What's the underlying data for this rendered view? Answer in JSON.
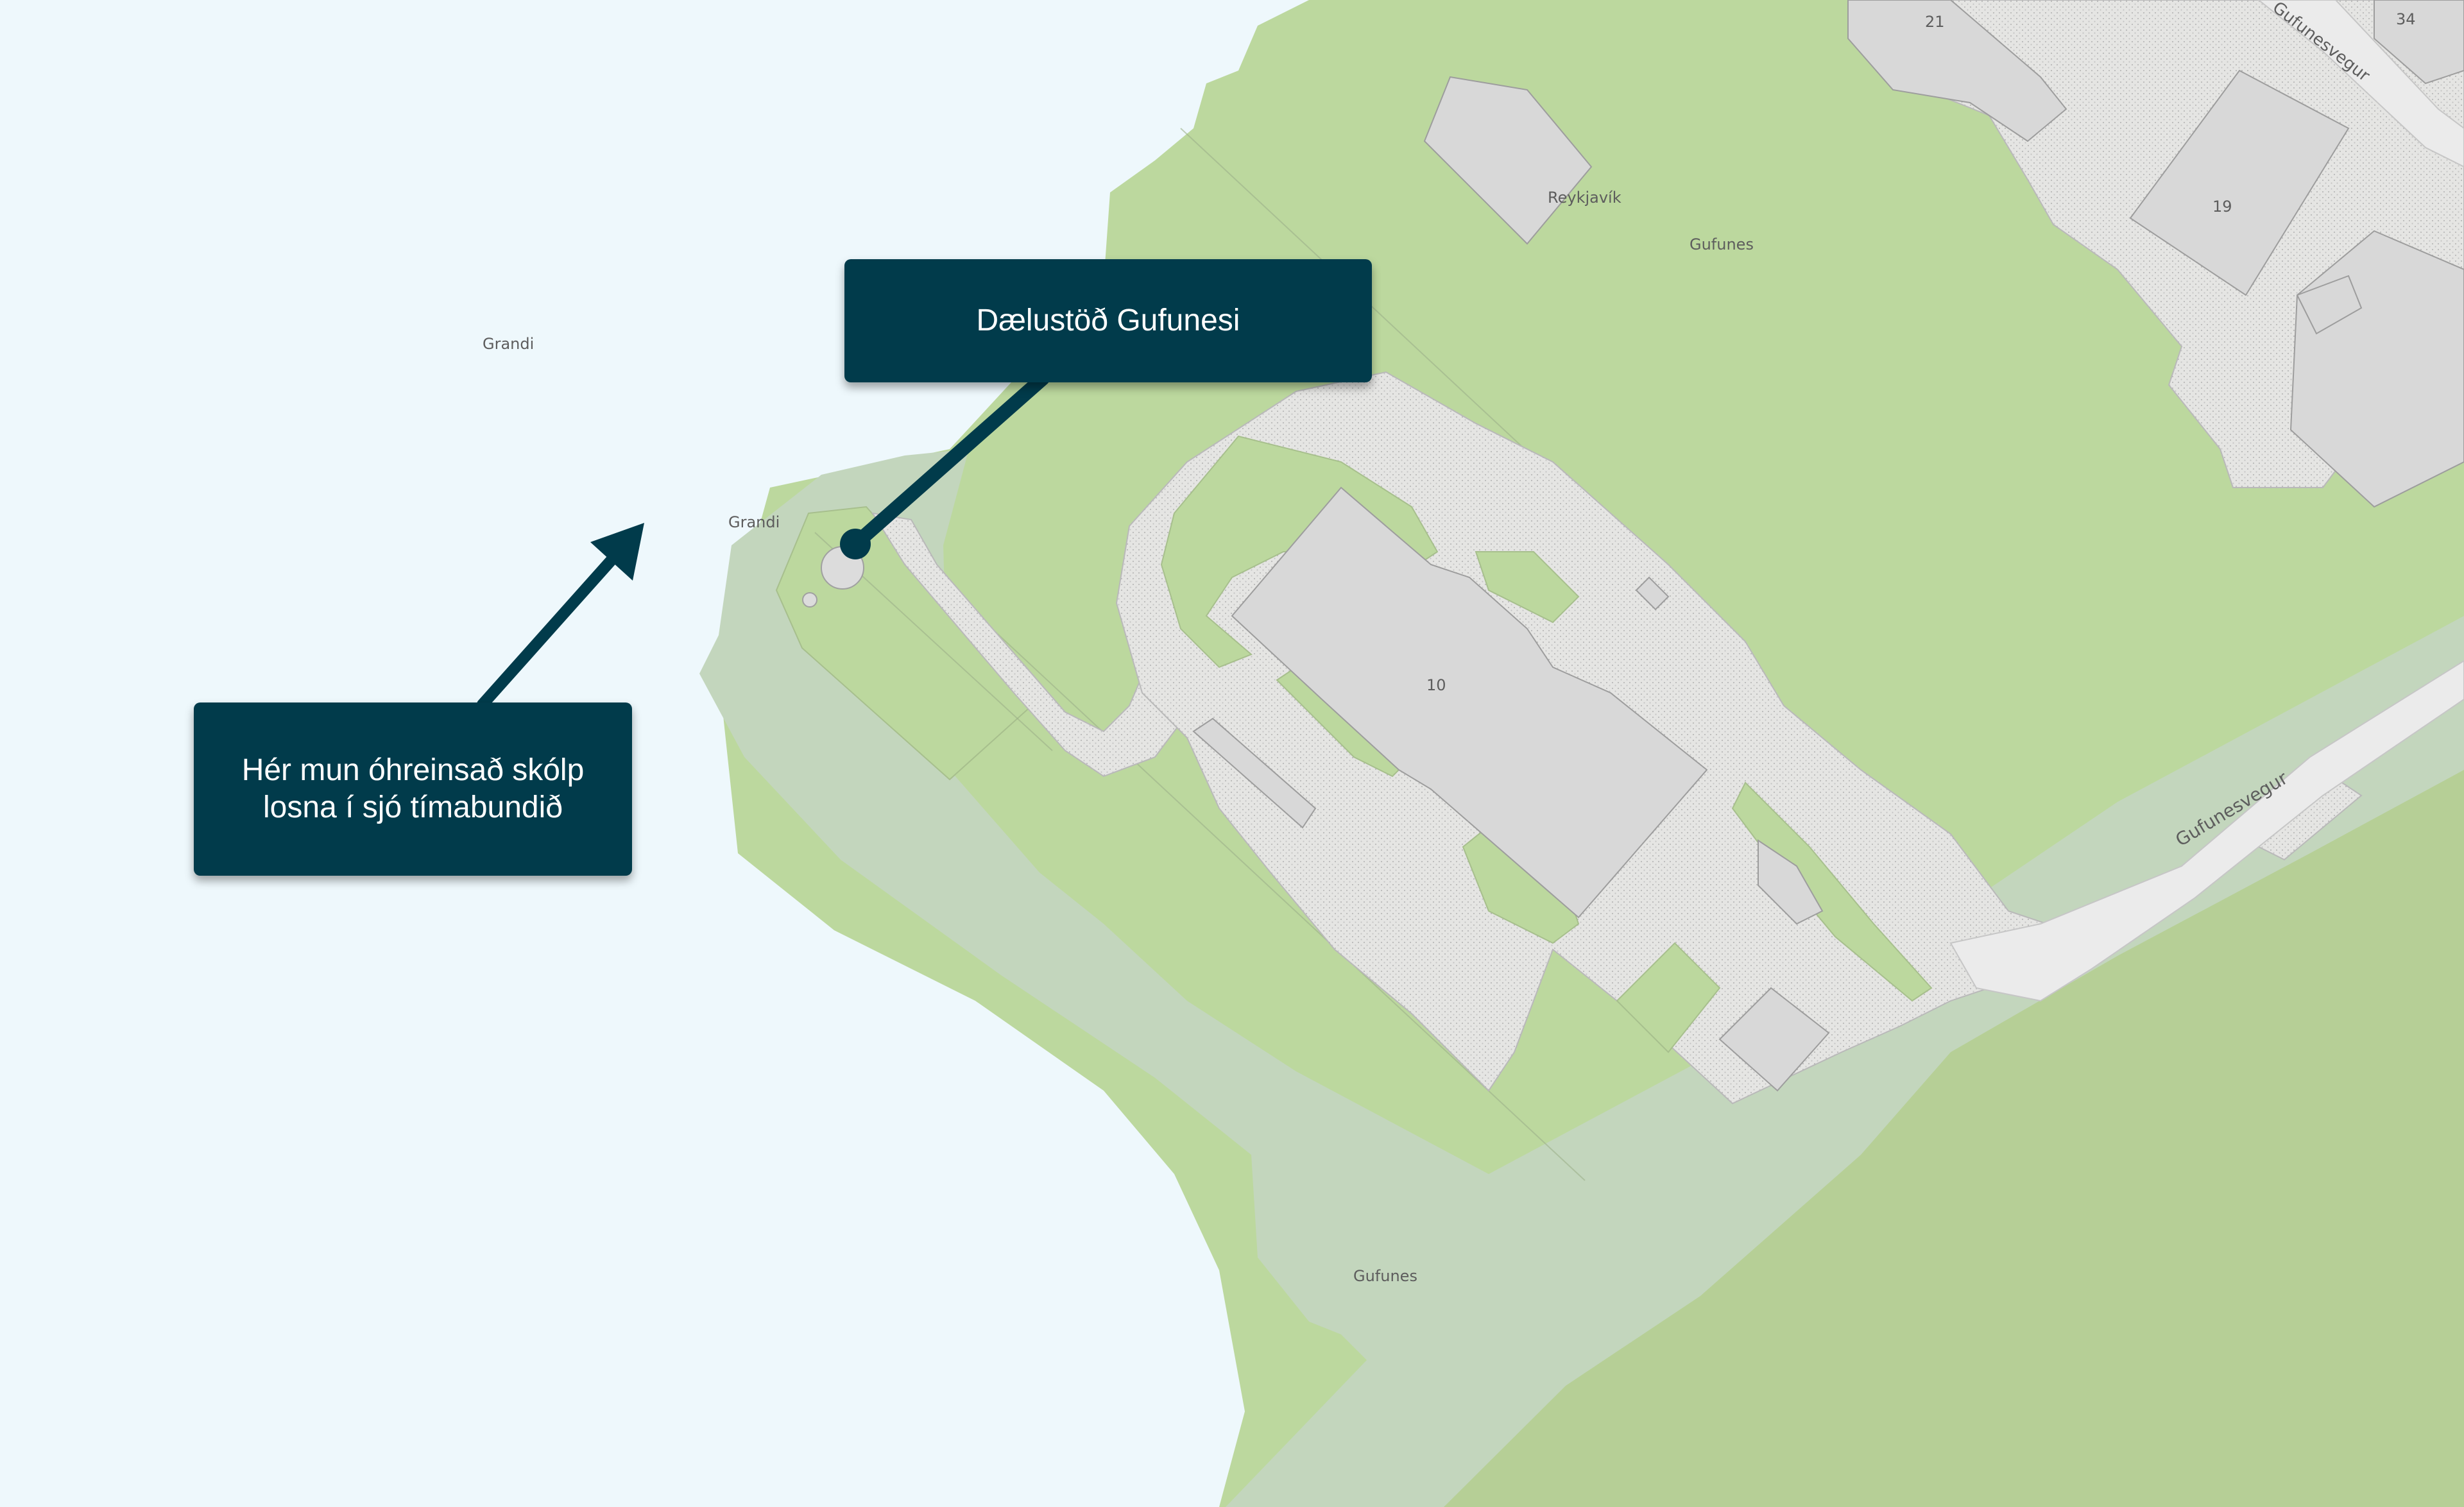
{
  "map": {
    "place_labels": {
      "grandi_sea": "Grandi",
      "grandi_point": "Grandi",
      "reykjavik": "Reykjavík",
      "gufunes_north": "Gufunes",
      "gufunes_south": "Gufunes"
    },
    "street_labels": {
      "gufunesvegur_upper": "Gufunesvegur",
      "gufunesvegur_lower": "Gufunesvegur"
    },
    "building_numbers": {
      "b21": "21",
      "b34": "34",
      "b19": "19",
      "b10": "10"
    },
    "colors": {
      "sea": "#eef8fc",
      "grass": "#bcd89e",
      "shore": "#c3d6bd",
      "hill": "#b6cf96",
      "paved": "#e4e4e2",
      "building": "#d8d8d8",
      "callout": "#013b4b"
    }
  },
  "callouts": {
    "station": {
      "text": "Dælustöð Gufunesi"
    },
    "warning": {
      "line1": "Hér mun óhreinsað skólp",
      "line2": "losna í sjó tímabundið"
    }
  }
}
